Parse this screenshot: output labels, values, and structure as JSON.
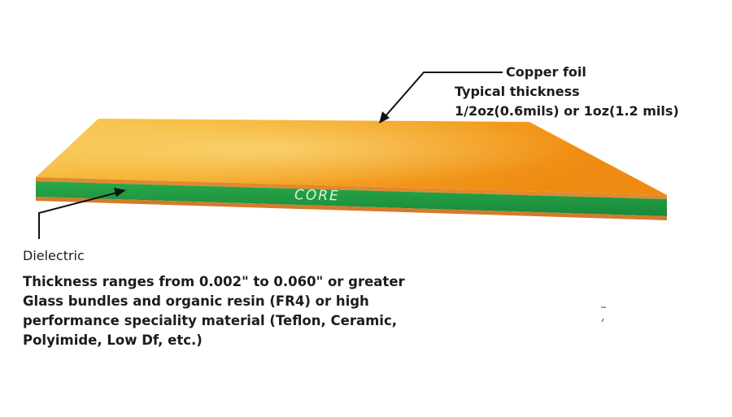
{
  "board": {
    "core_label": "CORE",
    "colors": {
      "copper_light": "#f7c24a",
      "copper_dark": "#ee8a10",
      "core_green": "#1f9a3c",
      "edge_copper": "#d9782a"
    }
  },
  "copper_foil": {
    "title": "Copper foil",
    "lines": [
      "Typical thickness",
      "1/2oz(0.6mils) or 1oz(1.2 mils)"
    ]
  },
  "dielectric": {
    "title": "Dielectric",
    "lines": [
      "Thickness ranges from 0.002\" to 0.060\" or greater",
      "Glass bundles and organic resin (FR4) or high",
      "performance speciality material (Teflon, Ceramic,",
      "Polyimide, Low Df, etc.)"
    ]
  }
}
